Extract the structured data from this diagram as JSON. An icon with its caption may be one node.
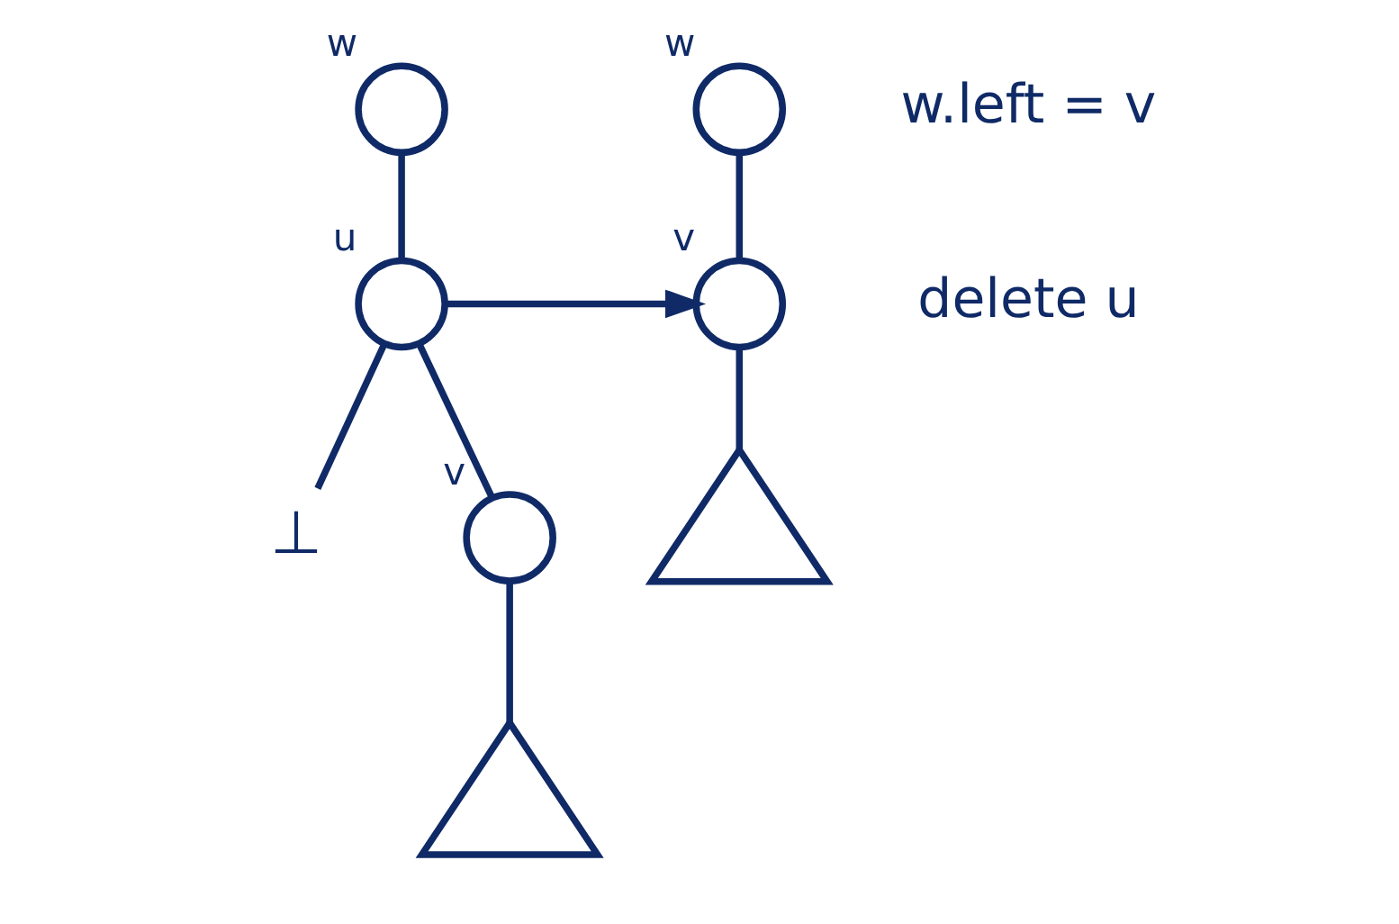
{
  "diagram": {
    "nodes": [
      {
        "text": [],
        "shape": "circle",
        "beside": [
          "w"
        ]
      },
      {
        "text": [],
        "shape": "circle",
        "beside": [
          "u"
        ]
      },
      {
        "text": [
          "⊥"
        ]
      },
      {
        "text": [],
        "shape": "circle",
        "beside": [
          "v"
        ]
      },
      {
        "text": [],
        "shape": "triangle"
      },
      {
        "text": [],
        "shape": "circle",
        "beside": [
          "w"
        ]
      },
      {
        "text": [],
        "shape": "circle",
        "beside": [
          "v"
        ]
      },
      {
        "text": [],
        "shape": "triangle"
      }
    ],
    "edges": [
      {
        "from": 0,
        "to": 1,
        "arrow": "none"
      },
      {
        "from": 1,
        "to": 2,
        "arrow": "none"
      },
      {
        "from": 1,
        "to": 3,
        "arrow": "none"
      },
      {
        "from": 3,
        "to": 4,
        "arrow": "none"
      },
      {
        "from": 5,
        "to": 6,
        "arrow": "none"
      },
      {
        "from": 6,
        "to": 7,
        "arrow": "none"
      },
      {
        "from": 1,
        "to": 6,
        "arrow": "to"
      }
    ],
    "labels": [
      "w.left = v",
      "delete u"
    ]
  }
}
